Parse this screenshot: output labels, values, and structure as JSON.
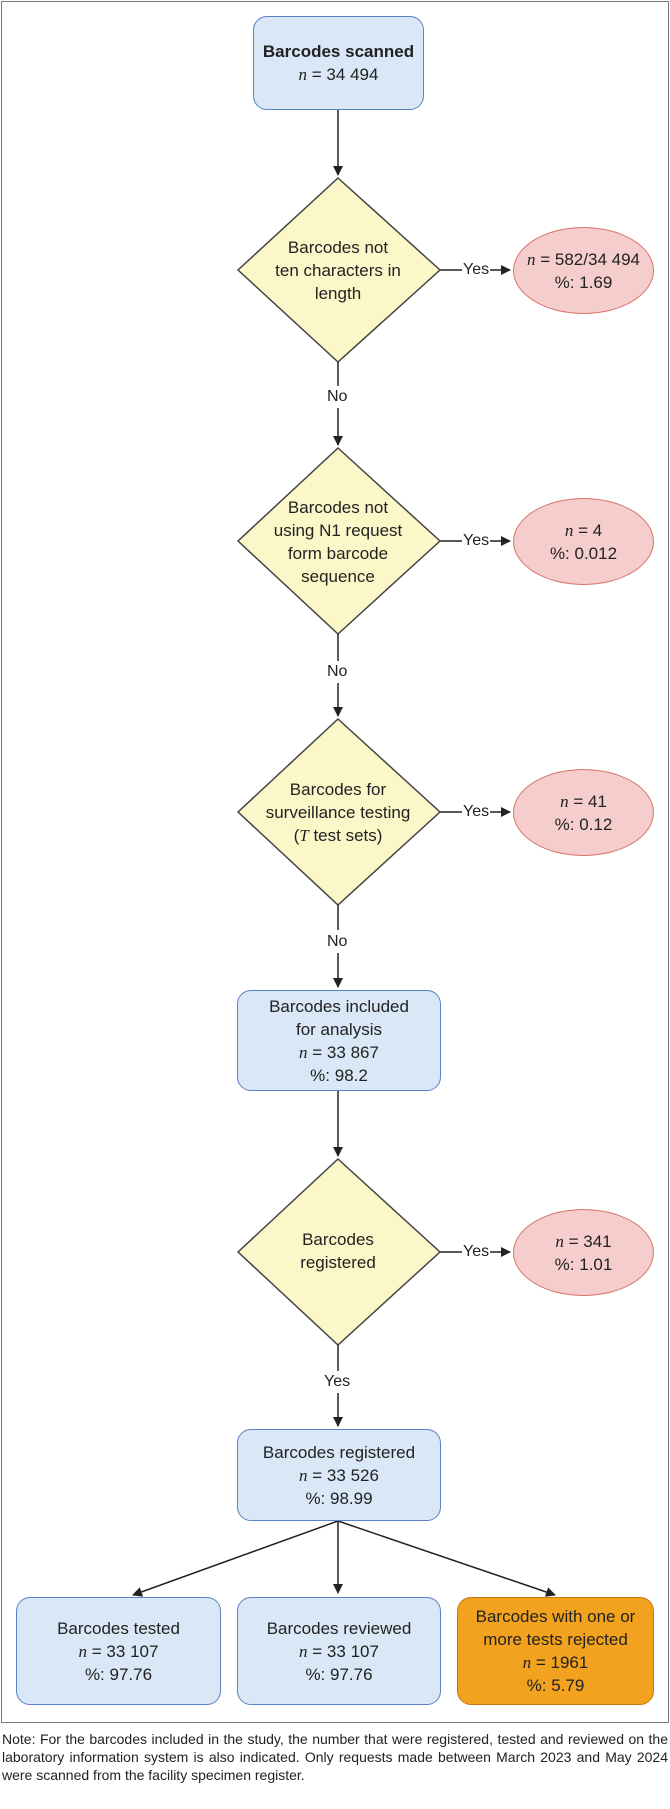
{
  "nodes": {
    "scanned": {
      "title": "Barcodes scanned",
      "n": "= 34 494"
    },
    "d1": {
      "l1": "Barcodes not",
      "l2": "ten characters in",
      "l3": "length"
    },
    "o1": {
      "n": "= 582/34 494",
      "pct": "%: 1.69"
    },
    "d2": {
      "l1": "Barcodes not",
      "l2": "using N1 request",
      "l3": "form barcode",
      "l4": "sequence"
    },
    "o2": {
      "n": "= 4",
      "pct": "%: 0.012"
    },
    "d3": {
      "l1": "Barcodes for",
      "l2": "surveillance testing",
      "l3_pre": "(",
      "l3_t": "T",
      "l3_post": " test sets)"
    },
    "o3": {
      "n": "= 41",
      "pct": "%: 0.12"
    },
    "included": {
      "l1": "Barcodes included",
      "l2": "for analysis",
      "n": "= 33 867",
      "pct": "%: 98.2"
    },
    "d4": {
      "l1": "Barcodes",
      "l2": "registered"
    },
    "o4": {
      "n": "= 341",
      "pct": "%: 1.01"
    },
    "registered": {
      "title": "Barcodes registered",
      "n": "= 33 526",
      "pct": "%: 98.99"
    },
    "tested": {
      "title": "Barcodes tested",
      "n": "= 33 107",
      "pct": "%: 97.76"
    },
    "reviewed": {
      "title": "Barcodes reviewed",
      "n": "= 33 107",
      "pct": "%: 97.76"
    },
    "rejected": {
      "l1": "Barcodes with one or",
      "l2": "more tests rejected",
      "n": "= 1961",
      "pct": "%: 5.79"
    }
  },
  "n_symbol": "n",
  "labels": {
    "yes": "Yes",
    "no": "No"
  },
  "colors": {
    "box_fill": "#d9e7f7",
    "box_border": "#5b82c4",
    "diamond_fill": "#fbf7c8",
    "oval_fill": "#f6cdcd",
    "orange_fill": "#f2a21e"
  },
  "note": "Note: For the barcodes included in the study, the number that were registered, tested and reviewed on the laboratory information system is also indicated. Only requests made between March 2023 and May 2024 were scanned from the facility specimen register."
}
